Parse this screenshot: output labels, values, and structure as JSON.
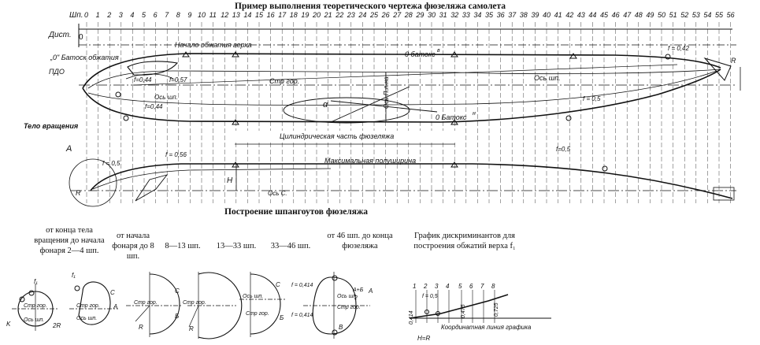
{
  "title_top": "Пример выполнения теоретического чертежа фюзеляжа самолета",
  "title_mid": "Построение шпангоутов фюзеляжа",
  "axis": {
    "frames_label": "Шп.",
    "dist_label": "Дист.",
    "dist_zero": "0",
    "frame_numbers": [
      "0",
      "1",
      "2",
      "3",
      "4",
      "5",
      "6",
      "7",
      "8",
      "9",
      "10",
      "11",
      "12",
      "13",
      "14",
      "15",
      "16",
      "17",
      "18",
      "19",
      "20",
      "21",
      "22",
      "23",
      "24",
      "25",
      "26",
      "27",
      "28",
      "29",
      "30",
      "31",
      "32",
      "33",
      "34",
      "35",
      "36",
      "37",
      "38",
      "39",
      "40",
      "41",
      "42",
      "43",
      "44",
      "45",
      "46",
      "47",
      "48",
      "49",
      "50",
      "51",
      "52",
      "53",
      "54",
      "55",
      "56"
    ]
  },
  "side_view": {
    "start_compress_top": "Начало обжатия верха",
    "batoks_zero_label": "„0\" Батоск обжатия",
    "pdo": "ПДО",
    "batoks_v": "0 батокс",
    "batoks_n": "0 Батокс",
    "str_gor": "Стр гор.",
    "os_shp": "Ось шп.",
    "os_shp_short": "Ось шп.",
    "os_p_l_na": "Ось П.л-на",
    "alpha": "α",
    "body_of_rotation": "Тело вращения",
    "cylinder_part": "Цилиндрическая часть фюзеляжа",
    "f_042": "f = 0,42",
    "f_044a": "f=0,44",
    "f_044b": "f=0,44",
    "f_057": "f=0,57",
    "f_05": "f = 0,5",
    "R": "R",
    "sup_v": "в",
    "sup_n": "н"
  },
  "plan_view": {
    "A": "A",
    "R": "R",
    "H": "H",
    "f_05a": "f = 0,5",
    "f_056": "f = 0,56",
    "f_05b": "f=0,5",
    "max_half_width": "Максимальная полуширина",
    "os_c": "Ось С."
  },
  "captions": [
    "от конца тела вращения до начала фонаря 2—4 шп.",
    "от начала фонаря до 8 шп.",
    "8—13 шп.",
    "13—33 шп.",
    "33—46 шп.",
    "от 46 шп. до конца фюзеляжа",
    "График дискриминантов для построения обжатий верха f₁"
  ],
  "sections": {
    "f1": "f₁",
    "f1b": "f₁",
    "str_gor": "Стр гор.",
    "os_shp": "Ось шп.",
    "K": "K",
    "two_R": "2R",
    "R": "R",
    "A": "A",
    "B": "Б",
    "C": "С",
    "f_0414a": "f = 0,414",
    "f_0414b": "f = 0,414",
    "a_plus_b": "A+Б",
    "two": "2",
    "V": "В",
    "HR": "H=R"
  },
  "graph": {
    "numbers": [
      "1",
      "2",
      "3",
      "4",
      "5",
      "6",
      "7",
      "8"
    ],
    "f_label": "f = 0,5",
    "v1": "0,414",
    "v2": "0,475",
    "v3": "0,725",
    "coord_line": "Координатная линия графика"
  }
}
